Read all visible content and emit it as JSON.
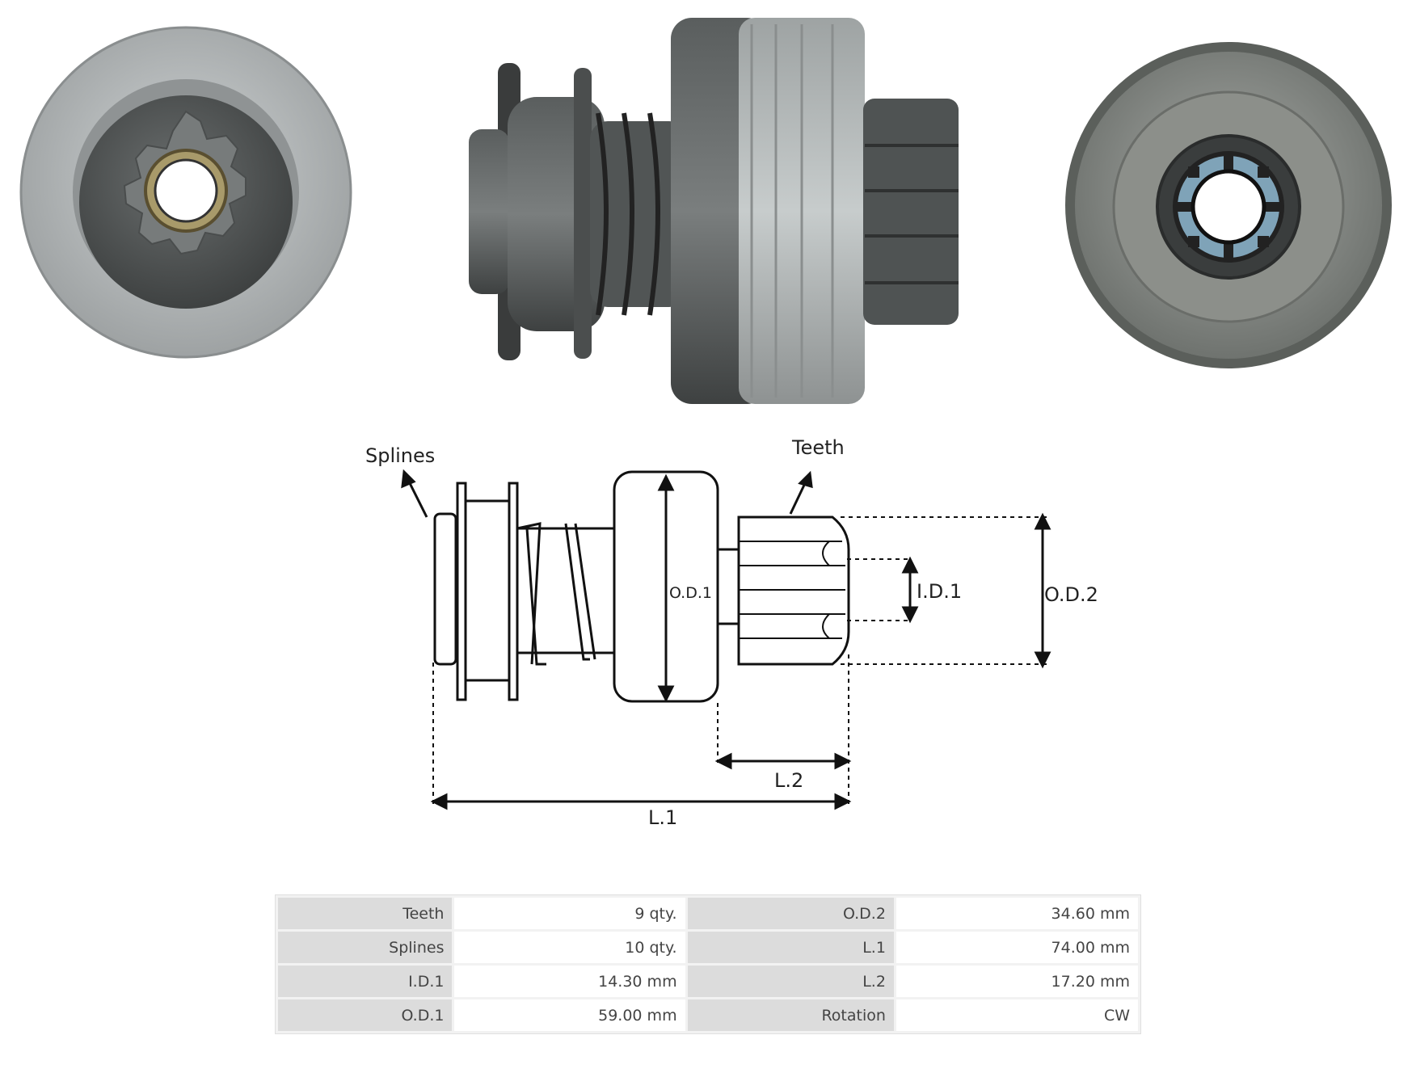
{
  "diagram": {
    "label_splines": "Splines",
    "label_teeth": "Teeth",
    "label_od1": "O.D.1",
    "label_id1": "I.D.1",
    "label_od2": "O.D.2",
    "label_l1": "L.1",
    "label_l2": "L.2"
  },
  "specs": {
    "rows": [
      {
        "k1": "Teeth",
        "v1": "9 qty.",
        "k2": "O.D.2",
        "v2": "34.60 mm"
      },
      {
        "k1": "Splines",
        "v1": "10 qty.",
        "k2": "L.1",
        "v2": "74.00 mm"
      },
      {
        "k1": "I.D.1",
        "v1": "14.30 mm",
        "k2": "L.2",
        "v2": "17.20 mm"
      },
      {
        "k1": "O.D.1",
        "v1": "59.00 mm",
        "k2": "Rotation",
        "v2": "CW"
      }
    ]
  },
  "colors": {
    "metal_light": "#b8bcbd",
    "metal_dark": "#4e5252",
    "line": "#111111"
  }
}
